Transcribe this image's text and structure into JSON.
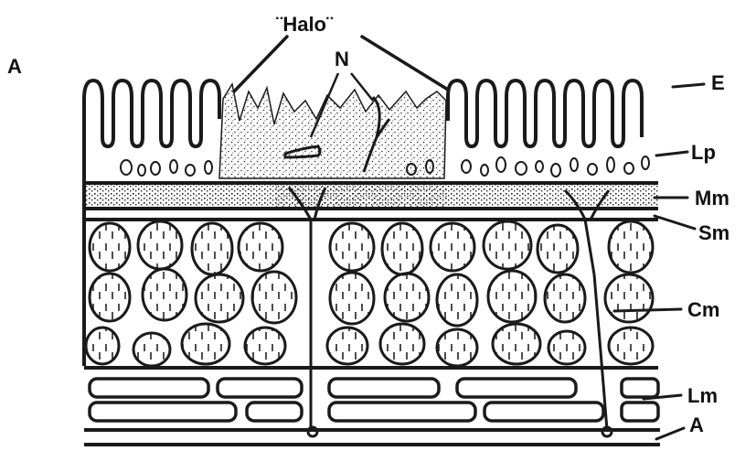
{
  "figure": {
    "panel_label": "A",
    "halo_label": "¨Halo¨",
    "nerve_label": "N",
    "layers": {
      "epithelium": "E",
      "lamina_propria": "Lp",
      "muscularis_mucosae": "Mm",
      "submucosa": "Sm",
      "circular_muscle": "Cm",
      "longitudinal_muscle": "Lm",
      "adventitia": "A"
    }
  },
  "colors": {
    "ink": "#1a1a1a",
    "background": "#ffffff"
  }
}
